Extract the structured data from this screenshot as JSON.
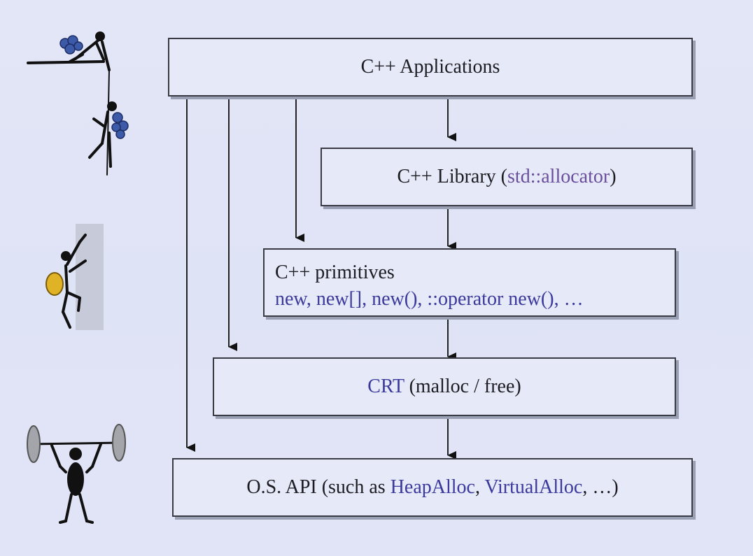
{
  "diagram": {
    "layers": {
      "applications": {
        "label": "C++ Applications"
      },
      "library": {
        "prefix": "C++ Library (",
        "highlight": "std::allocator",
        "suffix": ")"
      },
      "primitives": {
        "title": "C++ primitives",
        "list": "new, new[], new(), ::operator new(), …"
      },
      "crt": {
        "highlight": "CRT",
        "rest": " (malloc / free)"
      },
      "os_api": {
        "prefix": "O.S. API (such as ",
        "highlight1": "HeapAlloc",
        "sep": ", ",
        "highlight2": "VirtualAlloc",
        "suffix": ", …)"
      }
    },
    "colors": {
      "background": "#e2e5f6",
      "box_fill": "#e6e9f8",
      "box_border": "#3a3a44",
      "highlight_text": "#3b3a9c",
      "std_allocator_text": "#6a4e9c"
    },
    "illustrations": [
      "climbers-rope-icon",
      "wall-climber-icon",
      "weightlifter-icon"
    ]
  }
}
